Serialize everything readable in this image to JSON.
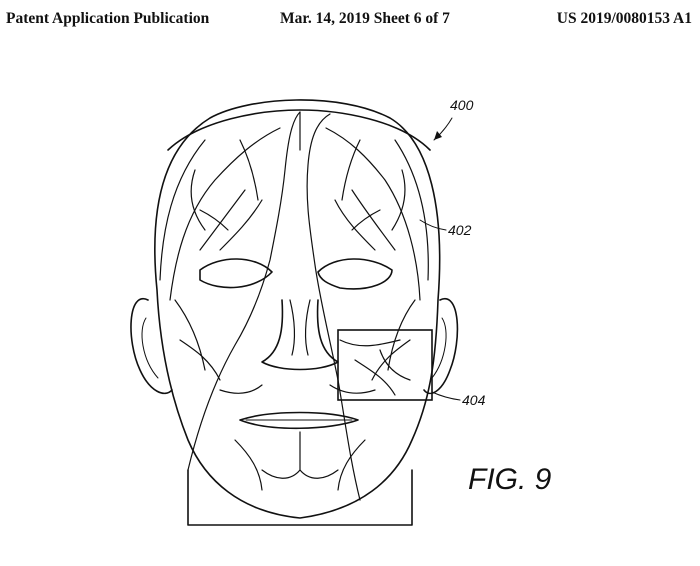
{
  "header": {
    "left": "Patent Application Publication",
    "middle": "Mar. 14, 2019  Sheet 6 of 7",
    "right": "US 2019/0080153 A1"
  },
  "figure": {
    "label": "FIG. 9",
    "refs": {
      "figure_ref": "400",
      "vessels_ref": "402",
      "region_ref": "404"
    }
  }
}
